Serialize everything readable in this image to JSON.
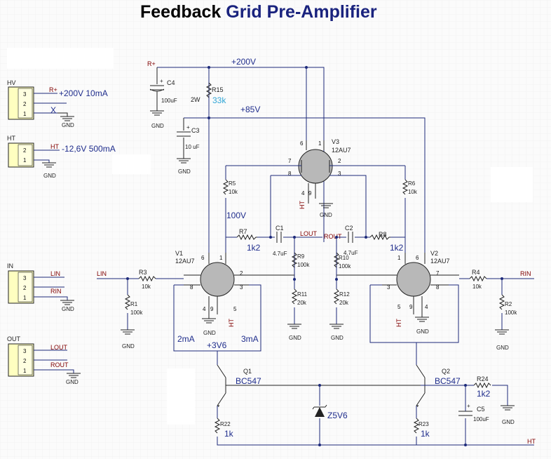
{
  "title": {
    "word1": "Feedback",
    "word2": "Grid",
    "word3": "Pre-Amplifier"
  },
  "colors": {
    "wire": "#1d2a7a",
    "value_blue": "#1f2d8c",
    "value_cyan": "#31a6d6",
    "net_label": "#800000",
    "connector_fill": "#ffffc0",
    "tube_fill": "#b8b8b8"
  },
  "connectors": {
    "hv": {
      "name": "HV",
      "pins": [
        "3",
        "2",
        "1"
      ],
      "nets": [
        "R+",
        "X",
        ""
      ],
      "spec": "+200V  10mA"
    },
    "ht": {
      "name": "HT",
      "pins": [
        "2",
        "1"
      ],
      "nets": [
        "HT",
        ""
      ],
      "spec": "-12,6V  500mA"
    },
    "in": {
      "name": "IN",
      "pins": [
        "3",
        "2",
        "1"
      ],
      "nets": [
        "LIN",
        "RIN",
        ""
      ]
    },
    "out": {
      "name": "OUT",
      "pins": [
        "3",
        "2",
        "1"
      ],
      "nets": [
        "LOUT",
        "ROUT",
        ""
      ]
    }
  },
  "ground_label": "GND",
  "rails": {
    "r_plus": "R+",
    "v200": "+200V",
    "v85": "+85V",
    "v100": "100V",
    "v36": "+3V6",
    "ht": "HT"
  },
  "nets": {
    "lin": "LIN",
    "rin": "RIN",
    "lout": "LOUT",
    "rout": "ROUT"
  },
  "capacitors": {
    "c1": {
      "ref": "C1",
      "value": "4.7uF"
    },
    "c2": {
      "ref": "C2",
      "value": "4.7uF"
    },
    "c3": {
      "ref": "C3",
      "value": "10 uF"
    },
    "c4": {
      "ref": "C4",
      "value": "100uF"
    },
    "c5": {
      "ref": "C5",
      "value": "100uF"
    }
  },
  "resistors": {
    "r1": {
      "ref": "R1",
      "value": "100k"
    },
    "r2": {
      "ref": "R2",
      "value": "100k"
    },
    "r3": {
      "ref": "R3",
      "value": "10k"
    },
    "r4": {
      "ref": "R4",
      "value": "10k"
    },
    "r5": {
      "ref": "R5",
      "value": "10k"
    },
    "r6": {
      "ref": "R6",
      "value": "10k"
    },
    "r7": {
      "ref": "R7",
      "value": "1k2"
    },
    "r8": {
      "ref": "R8",
      "value": "1k2"
    },
    "r9": {
      "ref": "R9",
      "value": "100k"
    },
    "r10": {
      "ref": "R10",
      "value": "100k"
    },
    "r11": {
      "ref": "R11",
      "value": "20k"
    },
    "r12": {
      "ref": "R12",
      "value": "20k"
    },
    "r15": {
      "ref": "R15",
      "value": "33k",
      "power": "2W"
    },
    "r22": {
      "ref": "R22",
      "value": "1k"
    },
    "r23": {
      "ref": "R23",
      "value": "1k"
    },
    "r24": {
      "ref": "R24",
      "value": "1k2"
    }
  },
  "tubes": {
    "v1": {
      "ref": "V1",
      "type": "12AU7",
      "pins": [
        "6",
        "1",
        "2",
        "8",
        "3",
        "4",
        "9",
        "5"
      ],
      "ht": "HT"
    },
    "v2": {
      "ref": "V2",
      "type": "12AU7",
      "pins": [
        "6",
        "1",
        "7",
        "8",
        "3",
        "4",
        "9",
        "5"
      ],
      "ht": "HT"
    },
    "v3": {
      "ref": "V3",
      "type": "12AU7",
      "pins": [
        "6",
        "1",
        "7",
        "2",
        "8",
        "3",
        "4",
        "9"
      ],
      "ht": "HT"
    }
  },
  "transistors": {
    "q1": {
      "ref": "Q1",
      "type": "BC547"
    },
    "q2": {
      "ref": "Q2",
      "type": "BC547"
    }
  },
  "zener": {
    "value": "Z5V6"
  },
  "currents": {
    "left": "2mA",
    "right": "3mA"
  }
}
